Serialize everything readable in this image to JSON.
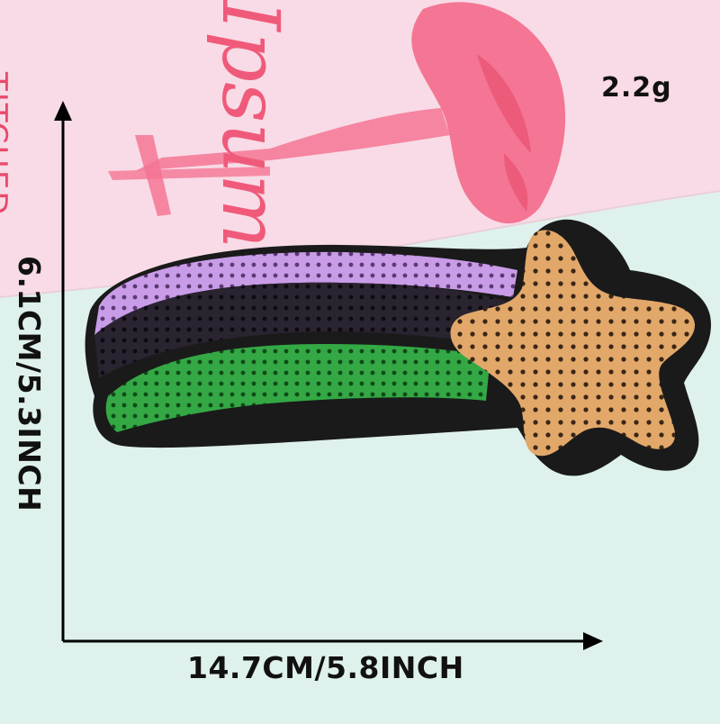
{
  "product": {
    "weight": "2.2g",
    "width": "14.7CM/5.8INCH",
    "height": "6.1CM/5.3INCH"
  },
  "background_card": {
    "script_text": "Ipsum",
    "side_text": "TITCHED"
  },
  "colors": {
    "background": "#dff1ec",
    "card": "#f8dbe6",
    "flamingo": "#f47090",
    "sequin_purple": "#c99ce8",
    "sequin_black": "#262028",
    "sequin_green": "#2f9a3a",
    "sequin_gold": "#e2a86a",
    "felt": "#1a1a1a"
  }
}
